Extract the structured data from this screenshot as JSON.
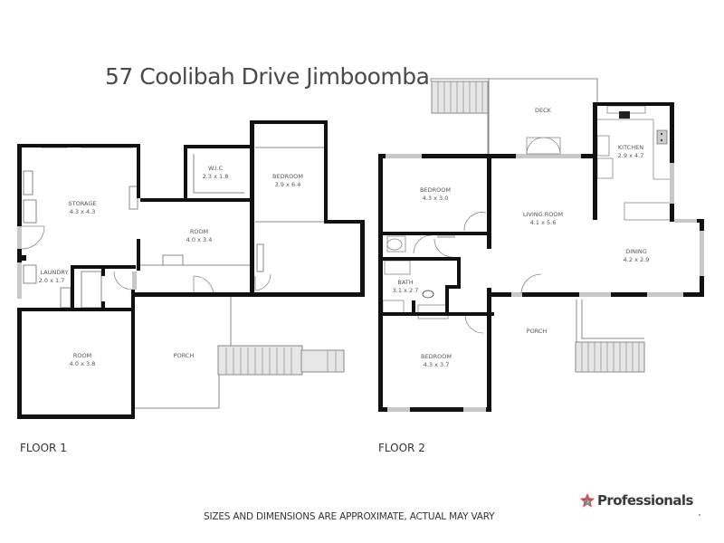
{
  "title": "57 Coolibah Drive Jimboomba",
  "floors": [
    {
      "label": "FLOOR 1",
      "rooms": [
        {
          "name": "STORAGE",
          "size": "4.3 x 4.3"
        },
        {
          "name": "W.I.C",
          "size": "2.3 x 1.8"
        },
        {
          "name": "BEDROOM",
          "size": "3.9 x 6.4"
        },
        {
          "name": "ROOM",
          "size": "4.0 x 3.4"
        },
        {
          "name": "LAUNDRY",
          "size": "2.0 x 1.7"
        },
        {
          "name": "ROOM",
          "size": "4.0 x 3.8"
        },
        {
          "name": "PORCH",
          "size": ""
        }
      ]
    },
    {
      "label": "FLOOR 2",
      "rooms": [
        {
          "name": "DECK",
          "size": ""
        },
        {
          "name": "KITCHEN",
          "size": "2.9 x 4.7"
        },
        {
          "name": "BEDROOM",
          "size": "4.3 x 3.0"
        },
        {
          "name": "LIVING ROOM",
          "size": "4.1 x 5.6"
        },
        {
          "name": "DINING",
          "size": "4.2 x 2.9"
        },
        {
          "name": "BATH",
          "size": "3.1 x 2.7"
        },
        {
          "name": "PORCH",
          "size": ""
        },
        {
          "name": "BEDROOM",
          "size": "4.3 x 3.7"
        }
      ]
    }
  ],
  "disclaimer": "SIZES AND DIMENSIONS ARE APPROXIMATE, ACTUAL MAY VARY",
  "logo": {
    "text": "Professionals",
    "icon": "star-icon"
  },
  "colors": {
    "wall": "#111111",
    "window": "#c8c8c8",
    "fixture": "#e6e6e6",
    "line": "#888888"
  }
}
